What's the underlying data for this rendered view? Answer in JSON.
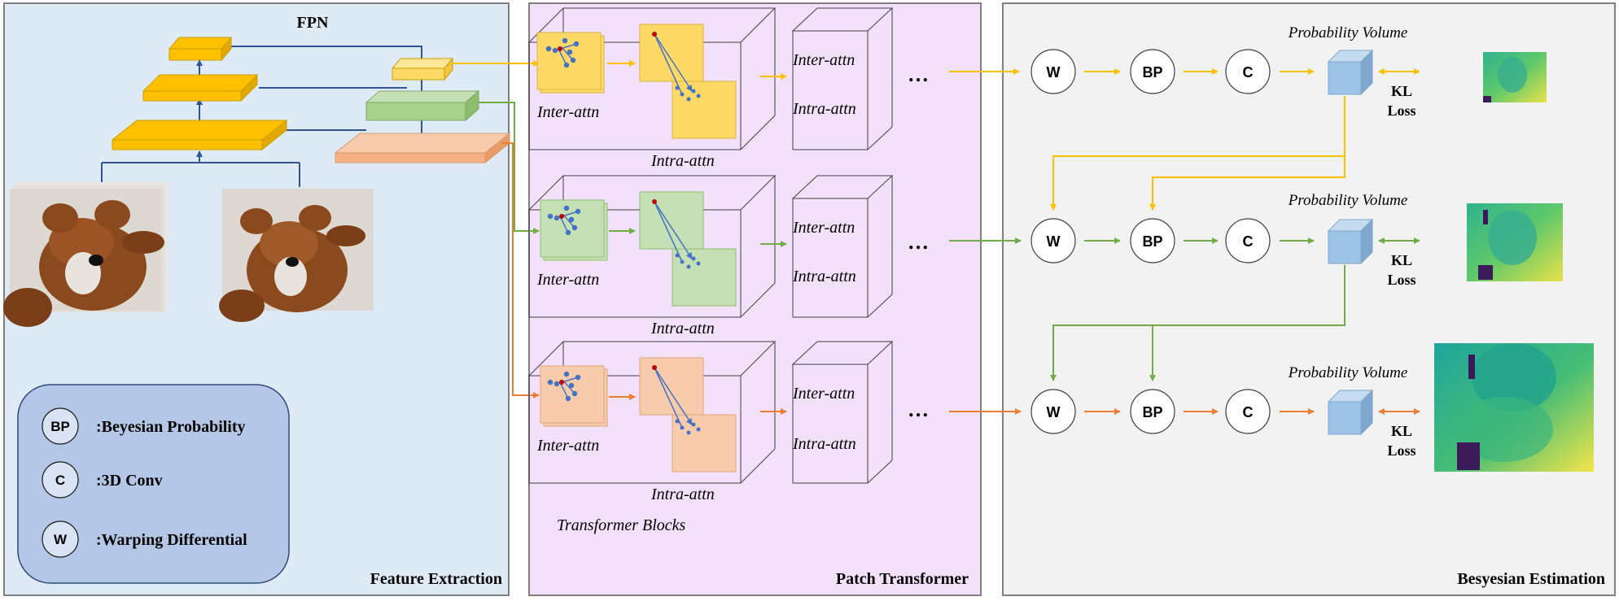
{
  "panels": {
    "feature_extraction": {
      "title": "Feature Extraction",
      "fpn_label": "FPN"
    },
    "patch_transformer": {
      "title": "Patch Transformer",
      "inter_attn": "Inter-attn",
      "intra_attn": "Intra-attn",
      "blocks_label": "Transformer Blocks",
      "ellipsis": "…"
    },
    "bayesian_estimation": {
      "title": "Besyesian Estimation",
      "prob_volume": "Probability Volume",
      "kl": "KL",
      "loss": "Loss"
    }
  },
  "ops": {
    "warp": "W",
    "bp": "BP",
    "conv": "C"
  },
  "legend": {
    "items": [
      {
        "symbol": "BP",
        "text": ":Beyesian Probability"
      },
      {
        "symbol": "C",
        "text": ":3D Conv"
      },
      {
        "symbol": "W",
        "text": ":Warping Differential"
      }
    ]
  },
  "colors": {
    "stage1": "#FFC000",
    "stage2": "#70AD47",
    "stage3": "#ED7D31",
    "stage1_fill": "#FFD966",
    "stage2_fill": "#C5E0B4",
    "stage3_fill": "#F8CBAD",
    "fpn_lines": "#2F5597",
    "feature_bg": "#DEEBF7",
    "patch_bg": "#F3E0FA",
    "bayes_bg": "#F2F2F2",
    "legend_bg": "#B4C7E7",
    "cube": "#9DC3E6",
    "attn_arrow": "#4472C4",
    "attn_dot": "#C00000"
  }
}
